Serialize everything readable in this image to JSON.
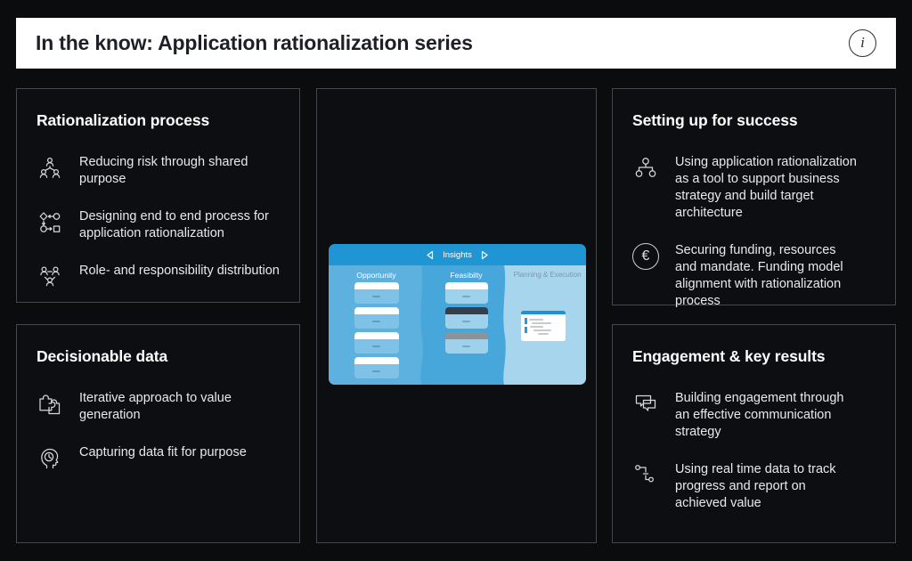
{
  "header": {
    "title": "In the know: Application rationalization series",
    "info_glyph": "i"
  },
  "colors": {
    "page_bg": "#0a0c0e",
    "header_bg": "#ffffff",
    "header_text": "#1d2127",
    "panel_bg": "#0c0e11",
    "panel_border": "#44484c",
    "title_text": "#ffffff",
    "body_text": "#e8e9ea",
    "icon_stroke": "#d6d7d8",
    "illo_nav_bar": "#2095d3",
    "illo_col_opportunity": "#5cb1df",
    "illo_col_feasibility": "#47a7db",
    "illo_col_planning": "#a7d5ee",
    "illo_planning_label": "#7b99ae",
    "card_header_white": "#ffffff",
    "card_header_dark": "#333f4b",
    "card_header_gray": "#8b939b",
    "card_body_opportunity": "#7ec3e7",
    "card_body_feasibility": "#9ed2ec",
    "doc_accent": "#1f90d1"
  },
  "panels": [
    {
      "id": "rationalization-process",
      "title": "Rationalization process",
      "items": [
        {
          "icon": "team-shared-purpose-icon",
          "text": "Reducing risk through shared purpose"
        },
        {
          "icon": "process-flow-icon",
          "text": "Designing end to end process for application rationalization"
        },
        {
          "icon": "roles-distribution-icon",
          "text": "Role- and responsibility distribution"
        }
      ]
    },
    {
      "id": "decisionable-data",
      "title": "Decisionable data",
      "items": [
        {
          "icon": "puzzle-icon",
          "text": "Iterative approach to value generation"
        },
        {
          "icon": "head-clock-icon",
          "text": "Capturing data fit for purpose"
        }
      ]
    },
    {
      "id": "setting-up-for-success",
      "title": "Setting up for success",
      "items": [
        {
          "icon": "org-chart-icon",
          "text": "Using application rationalization as a tool to support business strategy and build target architecture"
        },
        {
          "icon": "euro-coin-icon",
          "glyph": "€",
          "text": "Securing funding, resources and mandate. Funding model alignment with rationalization process"
        }
      ]
    },
    {
      "id": "engagement-key-results",
      "title": "Engagement & key results",
      "items": [
        {
          "icon": "speech-bubbles-icon",
          "text": "Building engagement through an effective communication strategy"
        },
        {
          "icon": "tracking-path-icon",
          "text": "Using real time data to track progress and report on achieved value"
        }
      ]
    }
  ],
  "illustration": {
    "nav": {
      "label": "Insights",
      "left_icon": "chevron-left-icon",
      "right_icon": "chevron-right-icon"
    },
    "columns": [
      {
        "label": "Opportunity",
        "cards": [
          {
            "header_style": "white"
          },
          {
            "header_style": "white"
          },
          {
            "header_style": "white"
          },
          {
            "header_style": "white"
          }
        ]
      },
      {
        "label": "Feasibilty",
        "cards": [
          {
            "header_style": "white"
          },
          {
            "header_style": "dark"
          },
          {
            "header_style": "gray"
          }
        ]
      },
      {
        "label": "Planning & Execution",
        "cards": [],
        "document": "report-document"
      }
    ]
  }
}
